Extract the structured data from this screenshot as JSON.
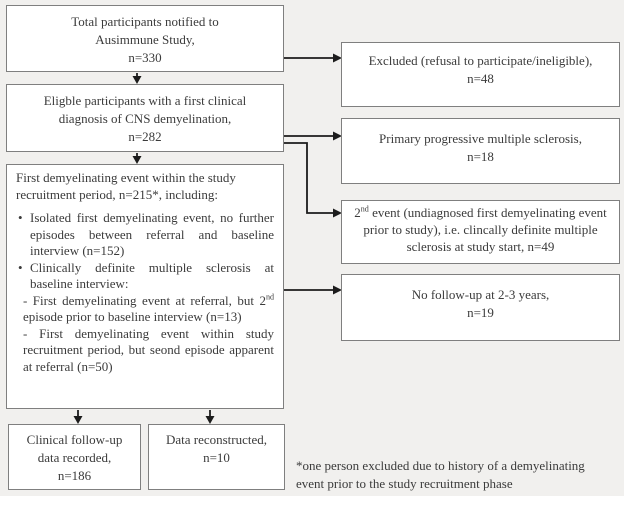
{
  "diagram": {
    "bullet_glyph": "•",
    "boxes": {
      "total": {
        "text": "Total participants notified to\nAusimmune Study,\nn=330"
      },
      "eligible": {
        "text": "Eligble participants with a first clinical\ndiagnosis of CNS demyelination,\nn=282"
      },
      "excluded": {
        "text": "Excluded (refusal to participate/ineligible),\nn=48"
      },
      "primary_progressive": {
        "text": "Primary progressive multiple sclerosis,\nn=18"
      },
      "second_event": {
        "num": "2",
        "sup": "nd",
        "rest": " event (undiagnosed first demyelinating event prior to study), i.e. clincally definite multiple sclerosis at study start, n=49"
      },
      "no_followup": {
        "text": "No follow-up at 2-3 years,\nn=19"
      },
      "first_event": {
        "header": "First demyelinating event within the study recruitment period, n=215*, including:",
        "bullet1": "Isolated first demyelinating event, no further episodes between referral and baseline interview (n=152)",
        "bullet2": "Clinically definite multiple sclerosis at baseline interview:",
        "sub1_pre": "- First demyelinating event at referral, but 2",
        "sub1_sup": "nd",
        "sub1_post": " episode prior to baseline interview (n=13)",
        "sub2": "- First demyelinating event within study recruitment period, but seond episode apparent at referral (n=50)"
      },
      "clinical_followup": {
        "text": "Clinical follow-up\ndata recorded,\nn=186"
      },
      "data_reconstructed": {
        "text": "Data reconstructed,\nn=10"
      }
    },
    "footnote": "*one person excluded due to history of a demyelinating\n event prior to the study recruitment phase",
    "colors": {
      "background": "#f1f0ee",
      "box_fill": "#ffffff",
      "box_border": "#7f7f7f",
      "text": "#3b3b3b",
      "arrow": "#1c1c1c"
    }
  }
}
